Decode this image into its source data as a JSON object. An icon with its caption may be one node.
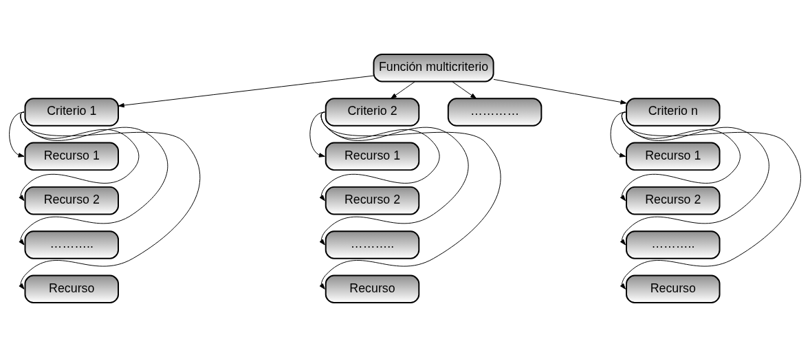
{
  "diagram": {
    "nodes": [
      {
        "text": [
          "Función multicriterio"
        ]
      },
      {
        "text": [
          "Criterio 1"
        ]
      },
      {
        "text": [
          "Criterio 2"
        ]
      },
      {
        "text": [
          "…………"
        ]
      },
      {
        "text": [
          "Criterio n"
        ]
      },
      {
        "text": [
          "Recurso 1"
        ]
      },
      {
        "text": [
          "Recurso 2"
        ]
      },
      {
        "text": [
          "……….."
        ]
      },
      {
        "text": [
          "Recurso"
        ]
      },
      {
        "text": [
          "Recurso 1"
        ]
      },
      {
        "text": [
          "Recurso 2"
        ]
      },
      {
        "text": [
          "……….."
        ]
      },
      {
        "text": [
          "Recurso"
        ]
      },
      {
        "text": [
          "Recurso 1"
        ]
      },
      {
        "text": [
          "Recurso 2"
        ]
      },
      {
        "text": [
          "……….."
        ]
      },
      {
        "text": [
          "Recurso"
        ]
      }
    ],
    "edges": [
      {
        "from": 0,
        "to": 1,
        "arrow": "to"
      },
      {
        "from": 0,
        "to": 2,
        "arrow": "to"
      },
      {
        "from": 0,
        "to": 3,
        "arrow": "to"
      },
      {
        "from": 0,
        "to": 4,
        "arrow": "to"
      },
      {
        "from": 1,
        "to": 5,
        "arrow": "to"
      },
      {
        "from": 1,
        "to": 6,
        "arrow": "to"
      },
      {
        "from": 1,
        "to": 7,
        "arrow": "to"
      },
      {
        "from": 1,
        "to": 8,
        "arrow": "to"
      },
      {
        "from": 2,
        "to": 9,
        "arrow": "to"
      },
      {
        "from": 2,
        "to": 10,
        "arrow": "to"
      },
      {
        "from": 2,
        "to": 11,
        "arrow": "to"
      },
      {
        "from": 2,
        "to": 12,
        "arrow": "to"
      },
      {
        "from": 4,
        "to": 13,
        "arrow": "to"
      },
      {
        "from": 4,
        "to": 14,
        "arrow": "to"
      },
      {
        "from": 4,
        "to": 15,
        "arrow": "to"
      },
      {
        "from": 4,
        "to": 16,
        "arrow": "to"
      }
    ]
  }
}
